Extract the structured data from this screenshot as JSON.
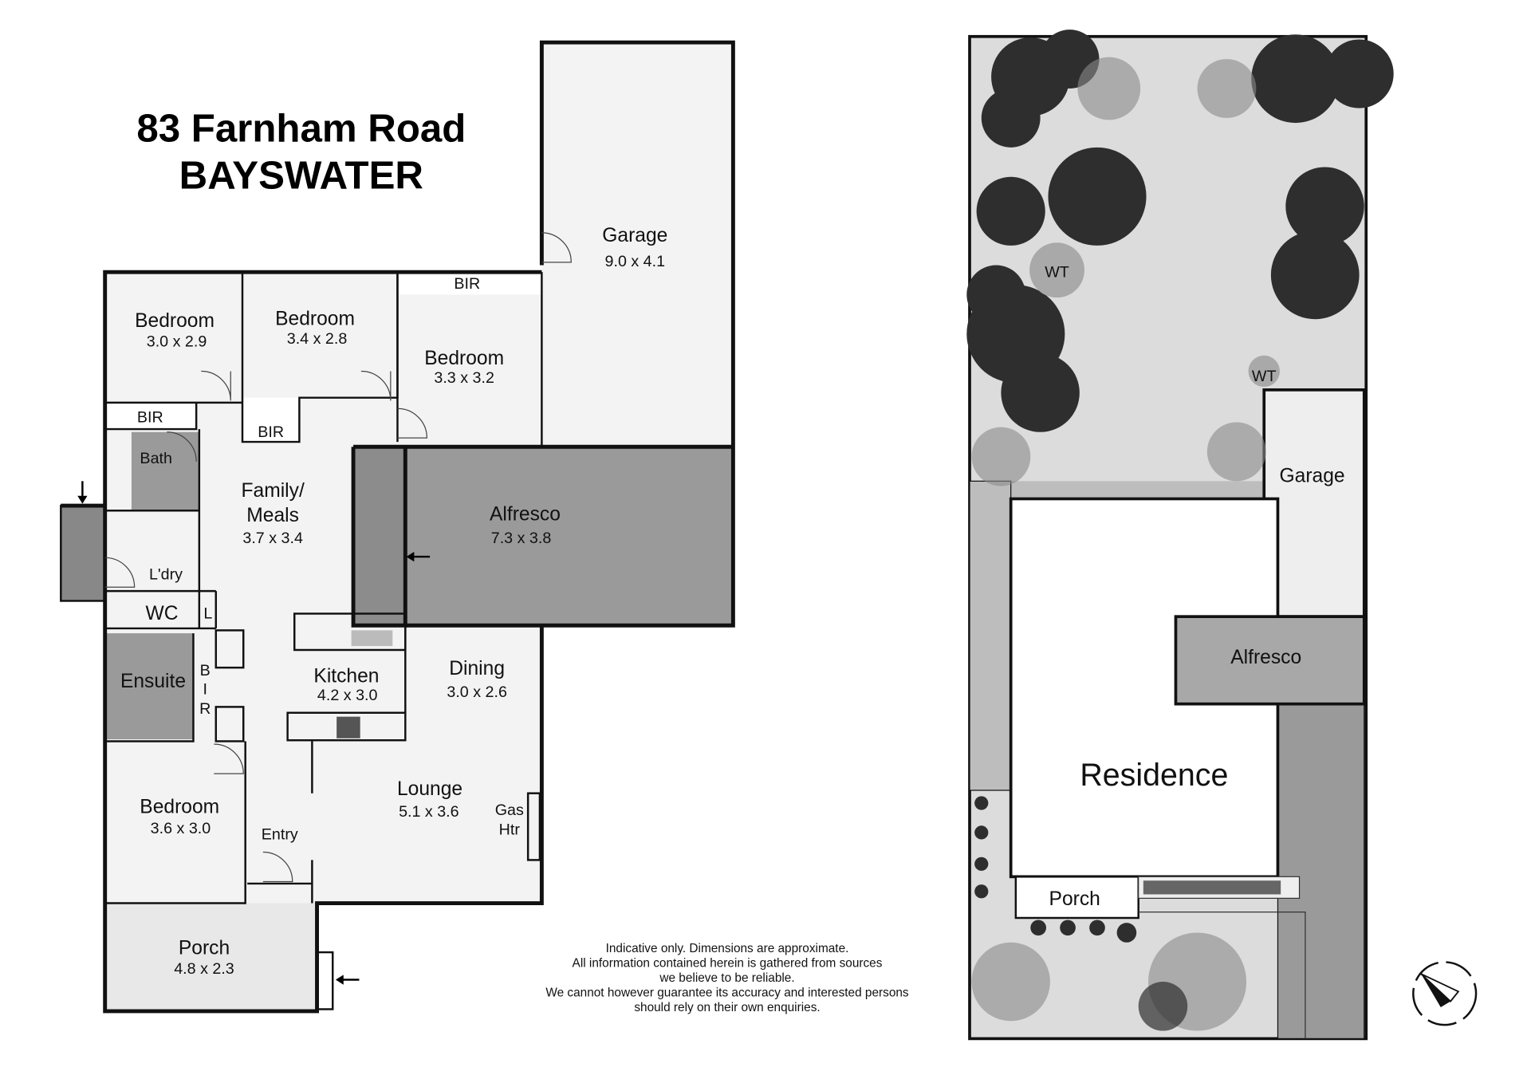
{
  "title": {
    "line1": "83 Farnham Road",
    "line2": "BAYSWATER"
  },
  "floor_plan": {
    "rooms": {
      "garage": {
        "name": "Garage",
        "dims": "9.0 x 4.1"
      },
      "bedroom1": {
        "name": "Bedroom",
        "dims": "3.0 x 2.9"
      },
      "bedroom2": {
        "name": "Bedroom",
        "dims": "3.4 x 2.8"
      },
      "bedroom3": {
        "name": "Bedroom",
        "dims": "3.3 x 3.2"
      },
      "bedroom4": {
        "name": "Bedroom",
        "dims": "3.6 x 3.0"
      },
      "family": {
        "name1": "Family/",
        "name2": "Meals",
        "dims": "3.7 x 3.4"
      },
      "alfresco": {
        "name": "Alfresco",
        "dims": "7.3 x 3.8"
      },
      "kitchen": {
        "name": "Kitchen",
        "dims": "4.2 x 3.0"
      },
      "dining": {
        "name": "Dining",
        "dims": "3.0 x 2.6"
      },
      "lounge": {
        "name": "Lounge",
        "dims": "5.1 x 3.6"
      },
      "porch": {
        "name": "Porch",
        "dims": "4.8 x 2.3"
      },
      "bath": {
        "name": "Bath"
      },
      "laundry": {
        "name": "L'dry"
      },
      "wc": {
        "name": "WC"
      },
      "linen": {
        "name": "L"
      },
      "ensuite": {
        "name": "Ensuite"
      },
      "entry": {
        "name": "Entry"
      },
      "gas_heater": {
        "line1": "Gas",
        "line2": "Htr"
      }
    },
    "bir": {
      "label": "BIR",
      "vertical": [
        "B",
        "I",
        "R"
      ]
    }
  },
  "site_plan": {
    "garage": "Garage",
    "alfresco": "Alfresco",
    "residence": "Residence",
    "porch": "Porch",
    "water_tank": "WT"
  },
  "disclaimer": [
    "Indicative only. Dimensions are approximate.",
    "All information contained herein is gathered from sources",
    "we believe to be reliable.",
    "We cannot however guarantee its accuracy and interested persons",
    "should rely on their own enquiries."
  ],
  "icons": {
    "compass": "north-arrow-compass",
    "entry_arrow": "arrow-left",
    "side_arrow": "arrow-down"
  }
}
